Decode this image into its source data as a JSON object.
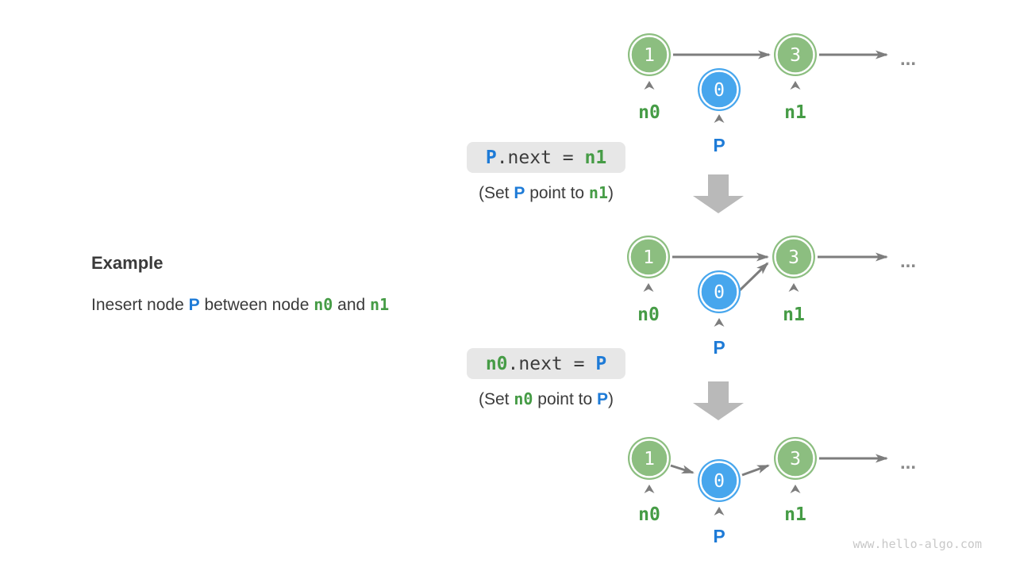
{
  "example": {
    "heading": "Example",
    "sentence": {
      "pre": "Inesert node ",
      "p": "P",
      "mid": " between node ",
      "n0": "n0",
      "and": " and ",
      "n1": "n1"
    }
  },
  "steps": [
    {
      "code": {
        "lhs": "P",
        "op": ".next = ",
        "rhs": "n1"
      },
      "caption": {
        "open": "(Set ",
        "a": "P",
        "mid": " point to ",
        "b": "n1",
        "close": ")"
      }
    },
    {
      "code": {
        "lhs": "n0",
        "op": ".next = ",
        "rhs": "P"
      },
      "caption": {
        "open": "(Set ",
        "a": "n0",
        "mid": " point to ",
        "b": "P",
        "close": ")"
      }
    }
  ],
  "diagrams": [
    {
      "node_n0_value": "1",
      "node_p_value": "0",
      "node_n1_value": "3",
      "n0_label": "n0",
      "p_label": "P",
      "n1_label": "n1",
      "ellipsis": "..."
    },
    {
      "node_n0_value": "1",
      "node_p_value": "0",
      "node_n1_value": "3",
      "n0_label": "n0",
      "p_label": "P",
      "n1_label": "n1",
      "ellipsis": "..."
    },
    {
      "node_n0_value": "1",
      "node_p_value": "0",
      "node_n1_value": "3",
      "n0_label": "n0",
      "p_label": "P",
      "n1_label": "n1",
      "ellipsis": "..."
    }
  ],
  "watermark": "www.hello-algo.com",
  "colors": {
    "node_green": "#8cbe80",
    "node_blue": "#47a6ed",
    "label_green": "#469c46",
    "label_blue": "#1e7bd7",
    "arrow_gray": "#7d7d7d",
    "block_arrow_gray": "#b9b9b9",
    "code_box_bg": "#e7e7e7",
    "text_dark": "#3c3c3c",
    "watermark_gray": "#c8c8c8"
  }
}
